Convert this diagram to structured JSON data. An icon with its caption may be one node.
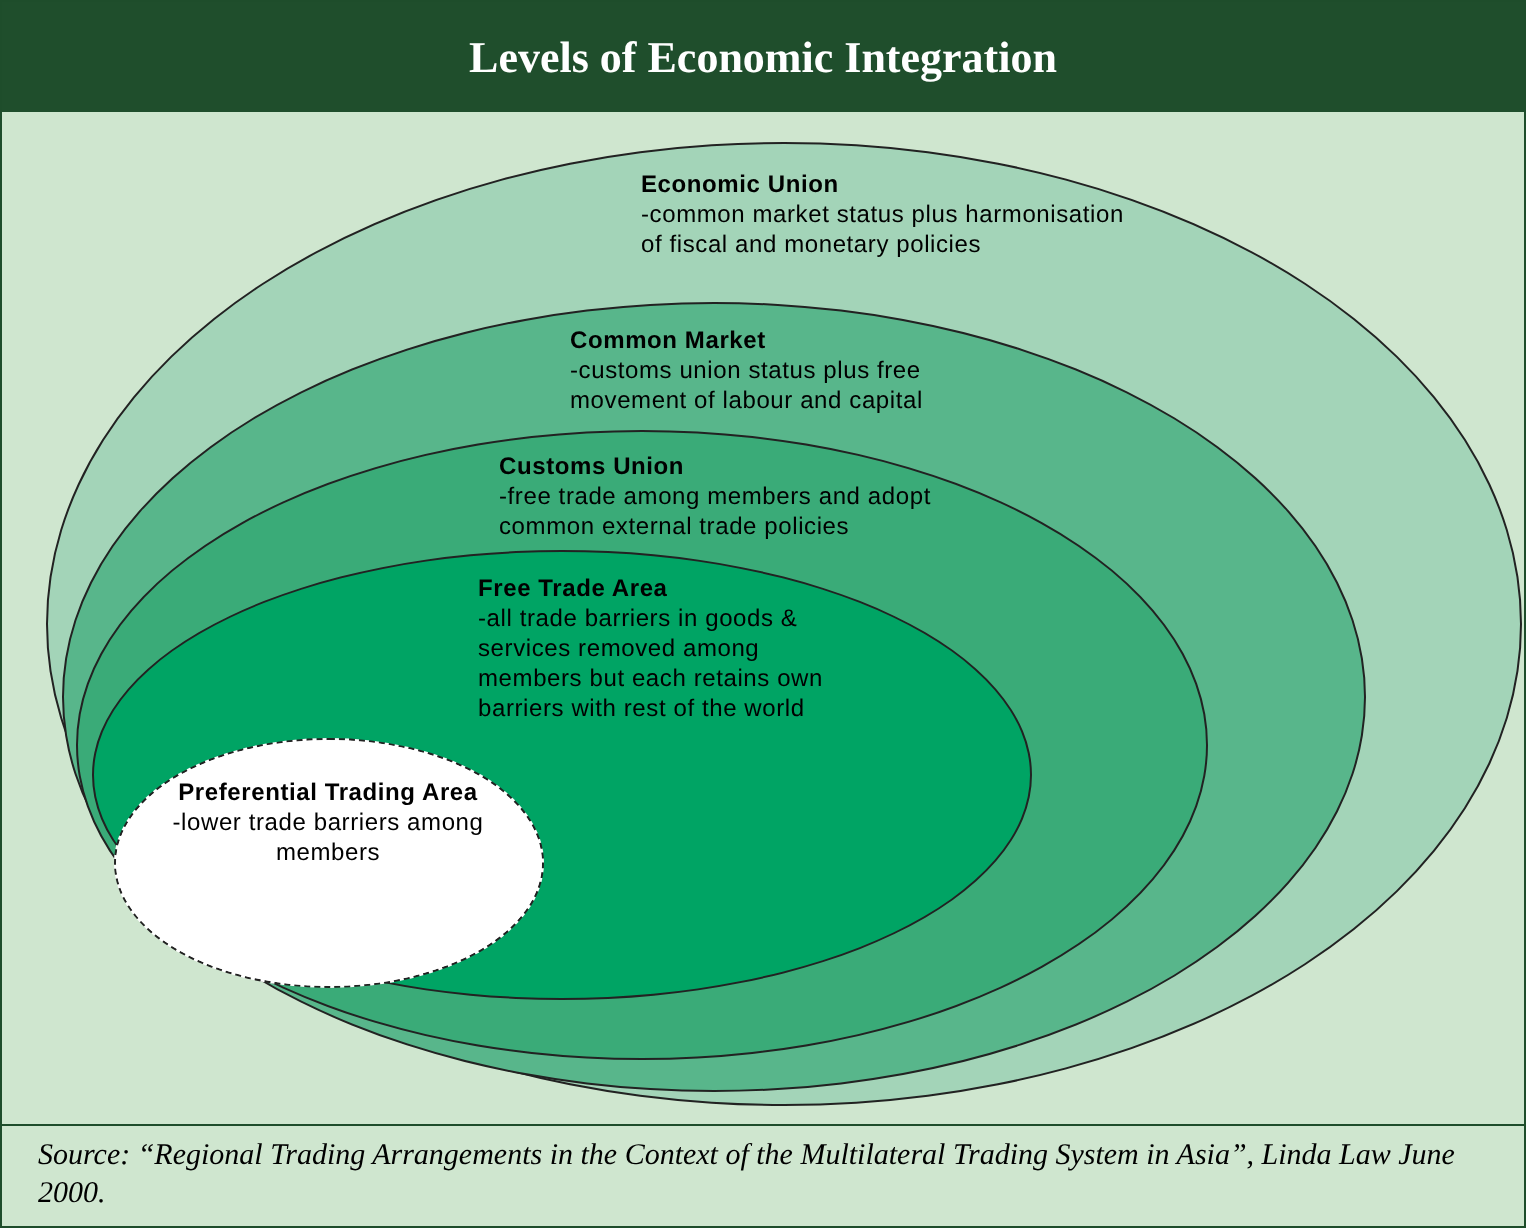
{
  "diagram": {
    "title": "Levels of Economic Integration",
    "caption": "Source: “Regional Trading Arrangements in the Context of the Multilateral Trading System in Asia”, Linda Law June 2000.",
    "nodes": [
      {
        "text": [
          "Economic Union",
          "-common market status plus harmonisation of fiscal and monetary policies"
        ]
      },
      {
        "text": [
          "Common Market",
          "-customs union status plus free movement of labour and capital"
        ],
        "in": 0
      },
      {
        "text": [
          "Customs Union",
          "-free trade among members and adopt common external trade policies"
        ],
        "in": 1
      },
      {
        "text": [
          "Free Trade Area",
          "-all trade barriers in goods & services removed among members but each retains own barriers with rest of the world"
        ],
        "in": 2
      },
      {
        "text": [
          "Preferential Trading Area",
          "-lower trade barriers among members"
        ],
        "in": 3
      }
    ]
  }
}
